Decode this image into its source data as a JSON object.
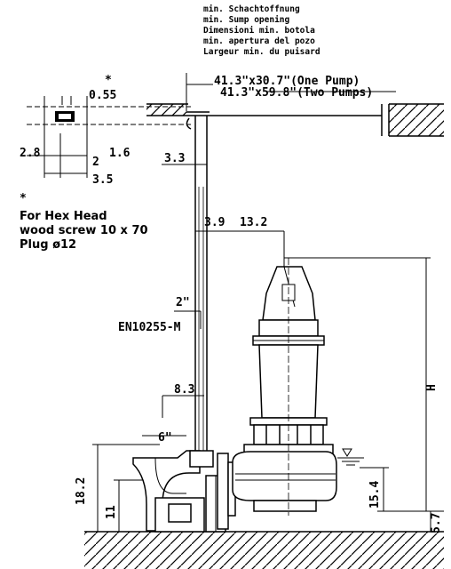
{
  "sump_opening": {
    "lines": [
      "min. Schachtoffnung",
      "min. Sump opening",
      "Dimensioni min. botola",
      "min. apertura del pozo",
      "Largeur min. du puisard"
    ],
    "one_pump": "41.3\"x30.7\"(One Pump)",
    "two_pumps": "41.3\"x59.8\"(Two Pumps)"
  },
  "bracket_detail": {
    "star": "*",
    "dim_top": "0.55",
    "dim_left": "2.8",
    "dim_mid": "2",
    "dim_right": "1.6",
    "dim_bottom": "3.5"
  },
  "note": {
    "star": "*",
    "lines": [
      "For Hex Head",
      "wood screw 10 x 70",
      "Plug ø12"
    ]
  },
  "dimensions": {
    "d_3_3": "3.3",
    "d_3_9": "3.9",
    "d_13_2": "13.2",
    "pipe_size": "2\"",
    "pipe_standard": "EN10255-M",
    "d_8_3": "8.3",
    "discharge_size": "6\"",
    "d_18_2": "18.2",
    "d_11": "11",
    "d_15_4": "15.4",
    "d_5_7": "5.7",
    "height": "H"
  }
}
